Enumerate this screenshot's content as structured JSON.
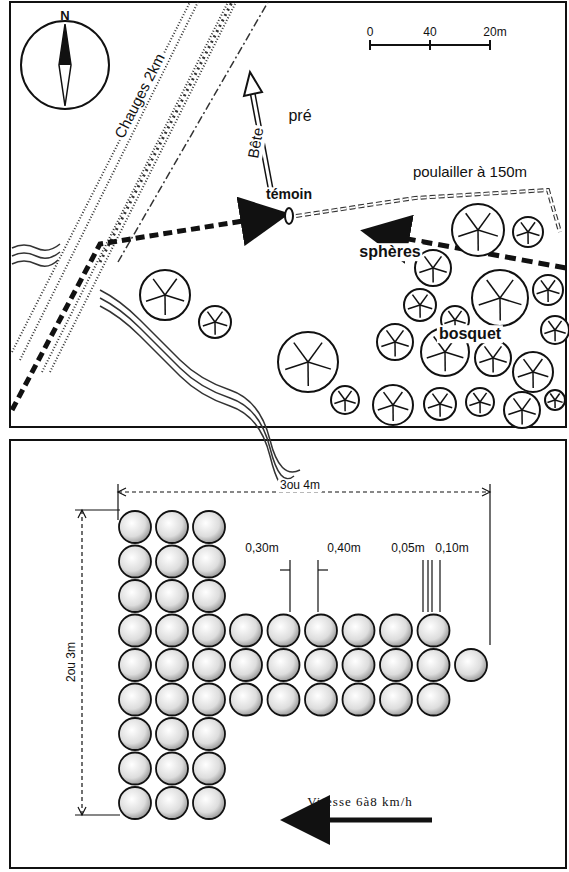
{
  "diagram": {
    "labels": [
      "N",
      "0",
      "40",
      "20m",
      "Chauges 2km",
      "Bête",
      "pré",
      "poulailler à 150m",
      "témoin",
      "sphères",
      "bosquet",
      "3ou 4m",
      "0,30m",
      "0,40m",
      "0,05m",
      "0,10m",
      "2ou 3m",
      "Vitesse 6à8 km/h"
    ]
  }
}
